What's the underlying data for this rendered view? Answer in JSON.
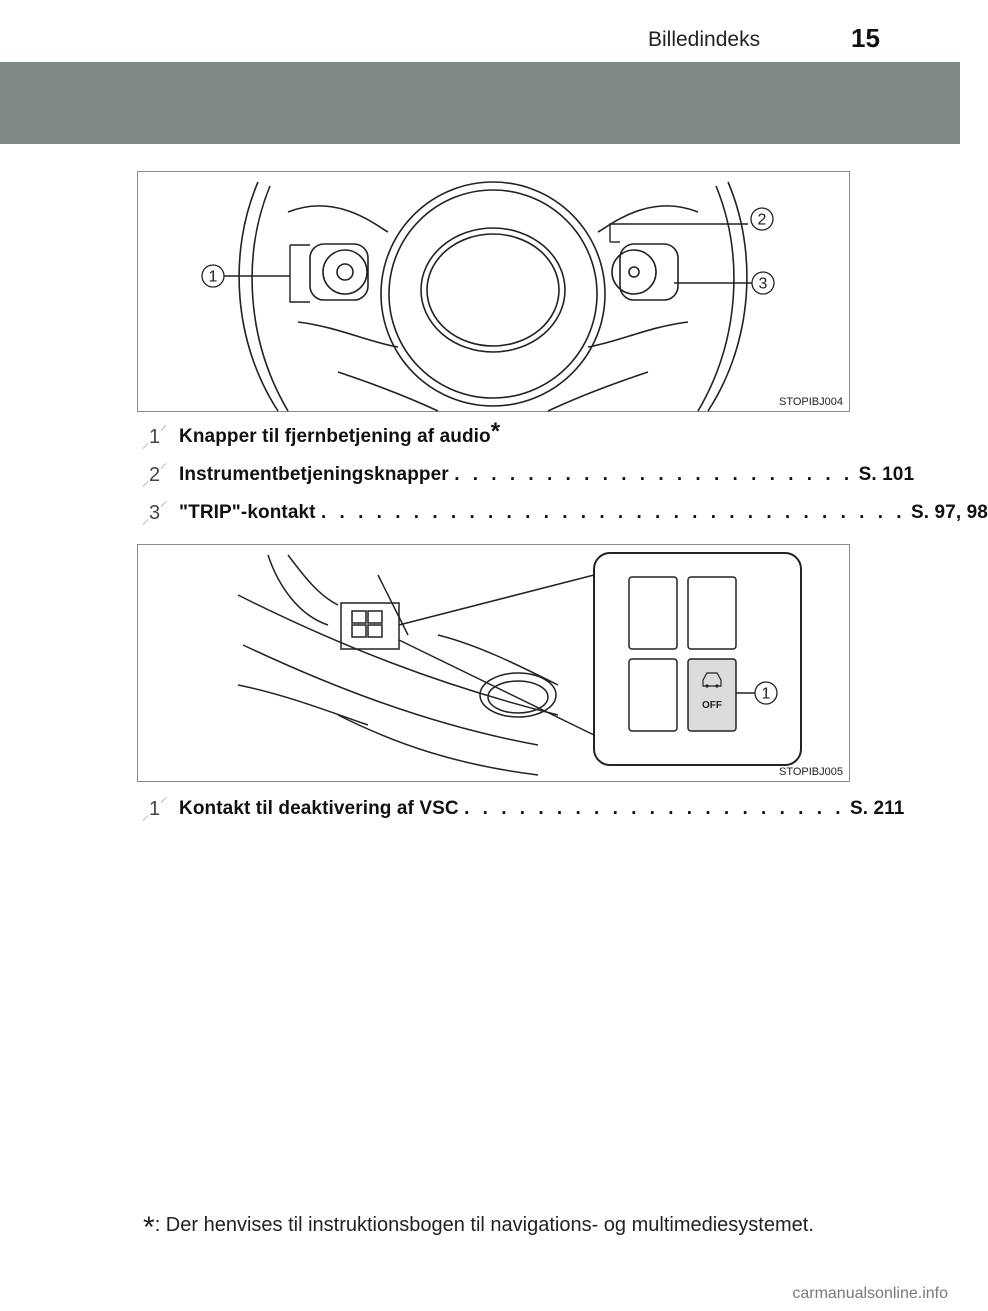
{
  "header": {
    "title": "Billedindeks",
    "page_number": "15"
  },
  "figures": [
    {
      "code": "STOPIBJ004",
      "callouts": [
        "1",
        "2",
        "3"
      ]
    },
    {
      "code": "STOPIBJ005",
      "callouts": [
        "1"
      ],
      "switch_label": "OFF"
    }
  ],
  "items_group1": [
    {
      "num": "1",
      "label": "Knapper til fjernbetjening af audio",
      "star": "*",
      "dots": "",
      "page": ""
    },
    {
      "num": "2",
      "label": "Instrumentbetjeningsknapper",
      "dots": ". . . . . . . . . . . . . . . . . . . . . .",
      "page": "S. 101"
    },
    {
      "num": "3",
      "label": "\"TRIP\"-kontakt",
      "dots": ". . . . . . . . . . . . . . . . . . . . . . . . . . . . . . . .",
      "page": "S. 97, 98"
    }
  ],
  "items_group2": [
    {
      "num": "1",
      "label": "Kontakt til deaktivering af VSC",
      "dots": ". . . . . . . . . . . . . . . . . . . . .",
      "page": "S. 211"
    }
  ],
  "footnote": {
    "star": "*",
    "text": ": Der henvises til instruktionsbogen til navigations- og multimediesystemet."
  },
  "watermark": "carmanualsonline.info"
}
